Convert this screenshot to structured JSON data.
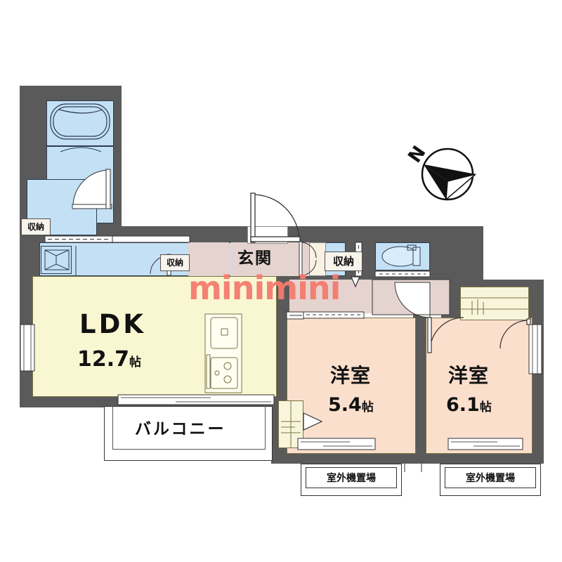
{
  "plan": {
    "type": "floor-plan",
    "watermark": "minimini",
    "compass": {
      "label": "N",
      "direction": "north-east"
    },
    "rooms": [
      {
        "id": "ldk",
        "name": "LDK",
        "size": "12.7",
        "unit": "帖"
      },
      {
        "id": "bedroom-1",
        "name": "洋室",
        "size": "5.4",
        "unit": "帖"
      },
      {
        "id": "bedroom-2",
        "name": "洋室",
        "size": "6.1",
        "unit": "帖"
      },
      {
        "id": "entrance",
        "name": "玄関",
        "size": "",
        "unit": ""
      },
      {
        "id": "balcony",
        "name": "バルコニー",
        "size": "",
        "unit": ""
      }
    ],
    "storage_labels": [
      {
        "id": "storage-bath",
        "text": "収納"
      },
      {
        "id": "storage-washroom",
        "text": "収納"
      },
      {
        "id": "storage-hall",
        "text": "収納"
      }
    ],
    "outdoor_units": [
      {
        "id": "outdoor-unit-1",
        "text": "室外機置場"
      },
      {
        "id": "outdoor-unit-2",
        "text": "室外機置場"
      }
    ],
    "colors": {
      "wall": "#5a5a5a",
      "ldk_fill": "#f8f7d2",
      "bedroom_fill": "#fbdfcd",
      "water_fill": "#c4e0f5",
      "hall_fill": "#e5d3cf",
      "entry_fill": "#f9f2e2",
      "closet_fill": "#f8f5dc",
      "watermark": "#f47b6e",
      "outline": "#2d3c4f"
    }
  }
}
